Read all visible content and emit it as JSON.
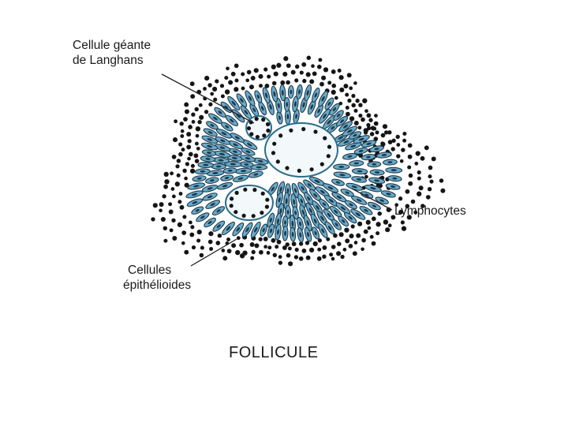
{
  "labels": {
    "giant_cell_line1": "Cellule géante",
    "giant_cell_line2": "de Langhans",
    "lymphocytes": "Lymphocytes",
    "epithelioid_line1": "Cellules",
    "epithelioid_line2": "épithélioides"
  },
  "caption": "FOLLICULE",
  "colors": {
    "background": "#ffffff",
    "cell_fill": "#6aa9c9",
    "cell_stroke": "#1d3a4a",
    "dot": "#151515",
    "giant_cell_stroke": "#2b6d8c",
    "giant_cell_fill": "#f3f8fb",
    "leader_line": "#222222"
  }
}
